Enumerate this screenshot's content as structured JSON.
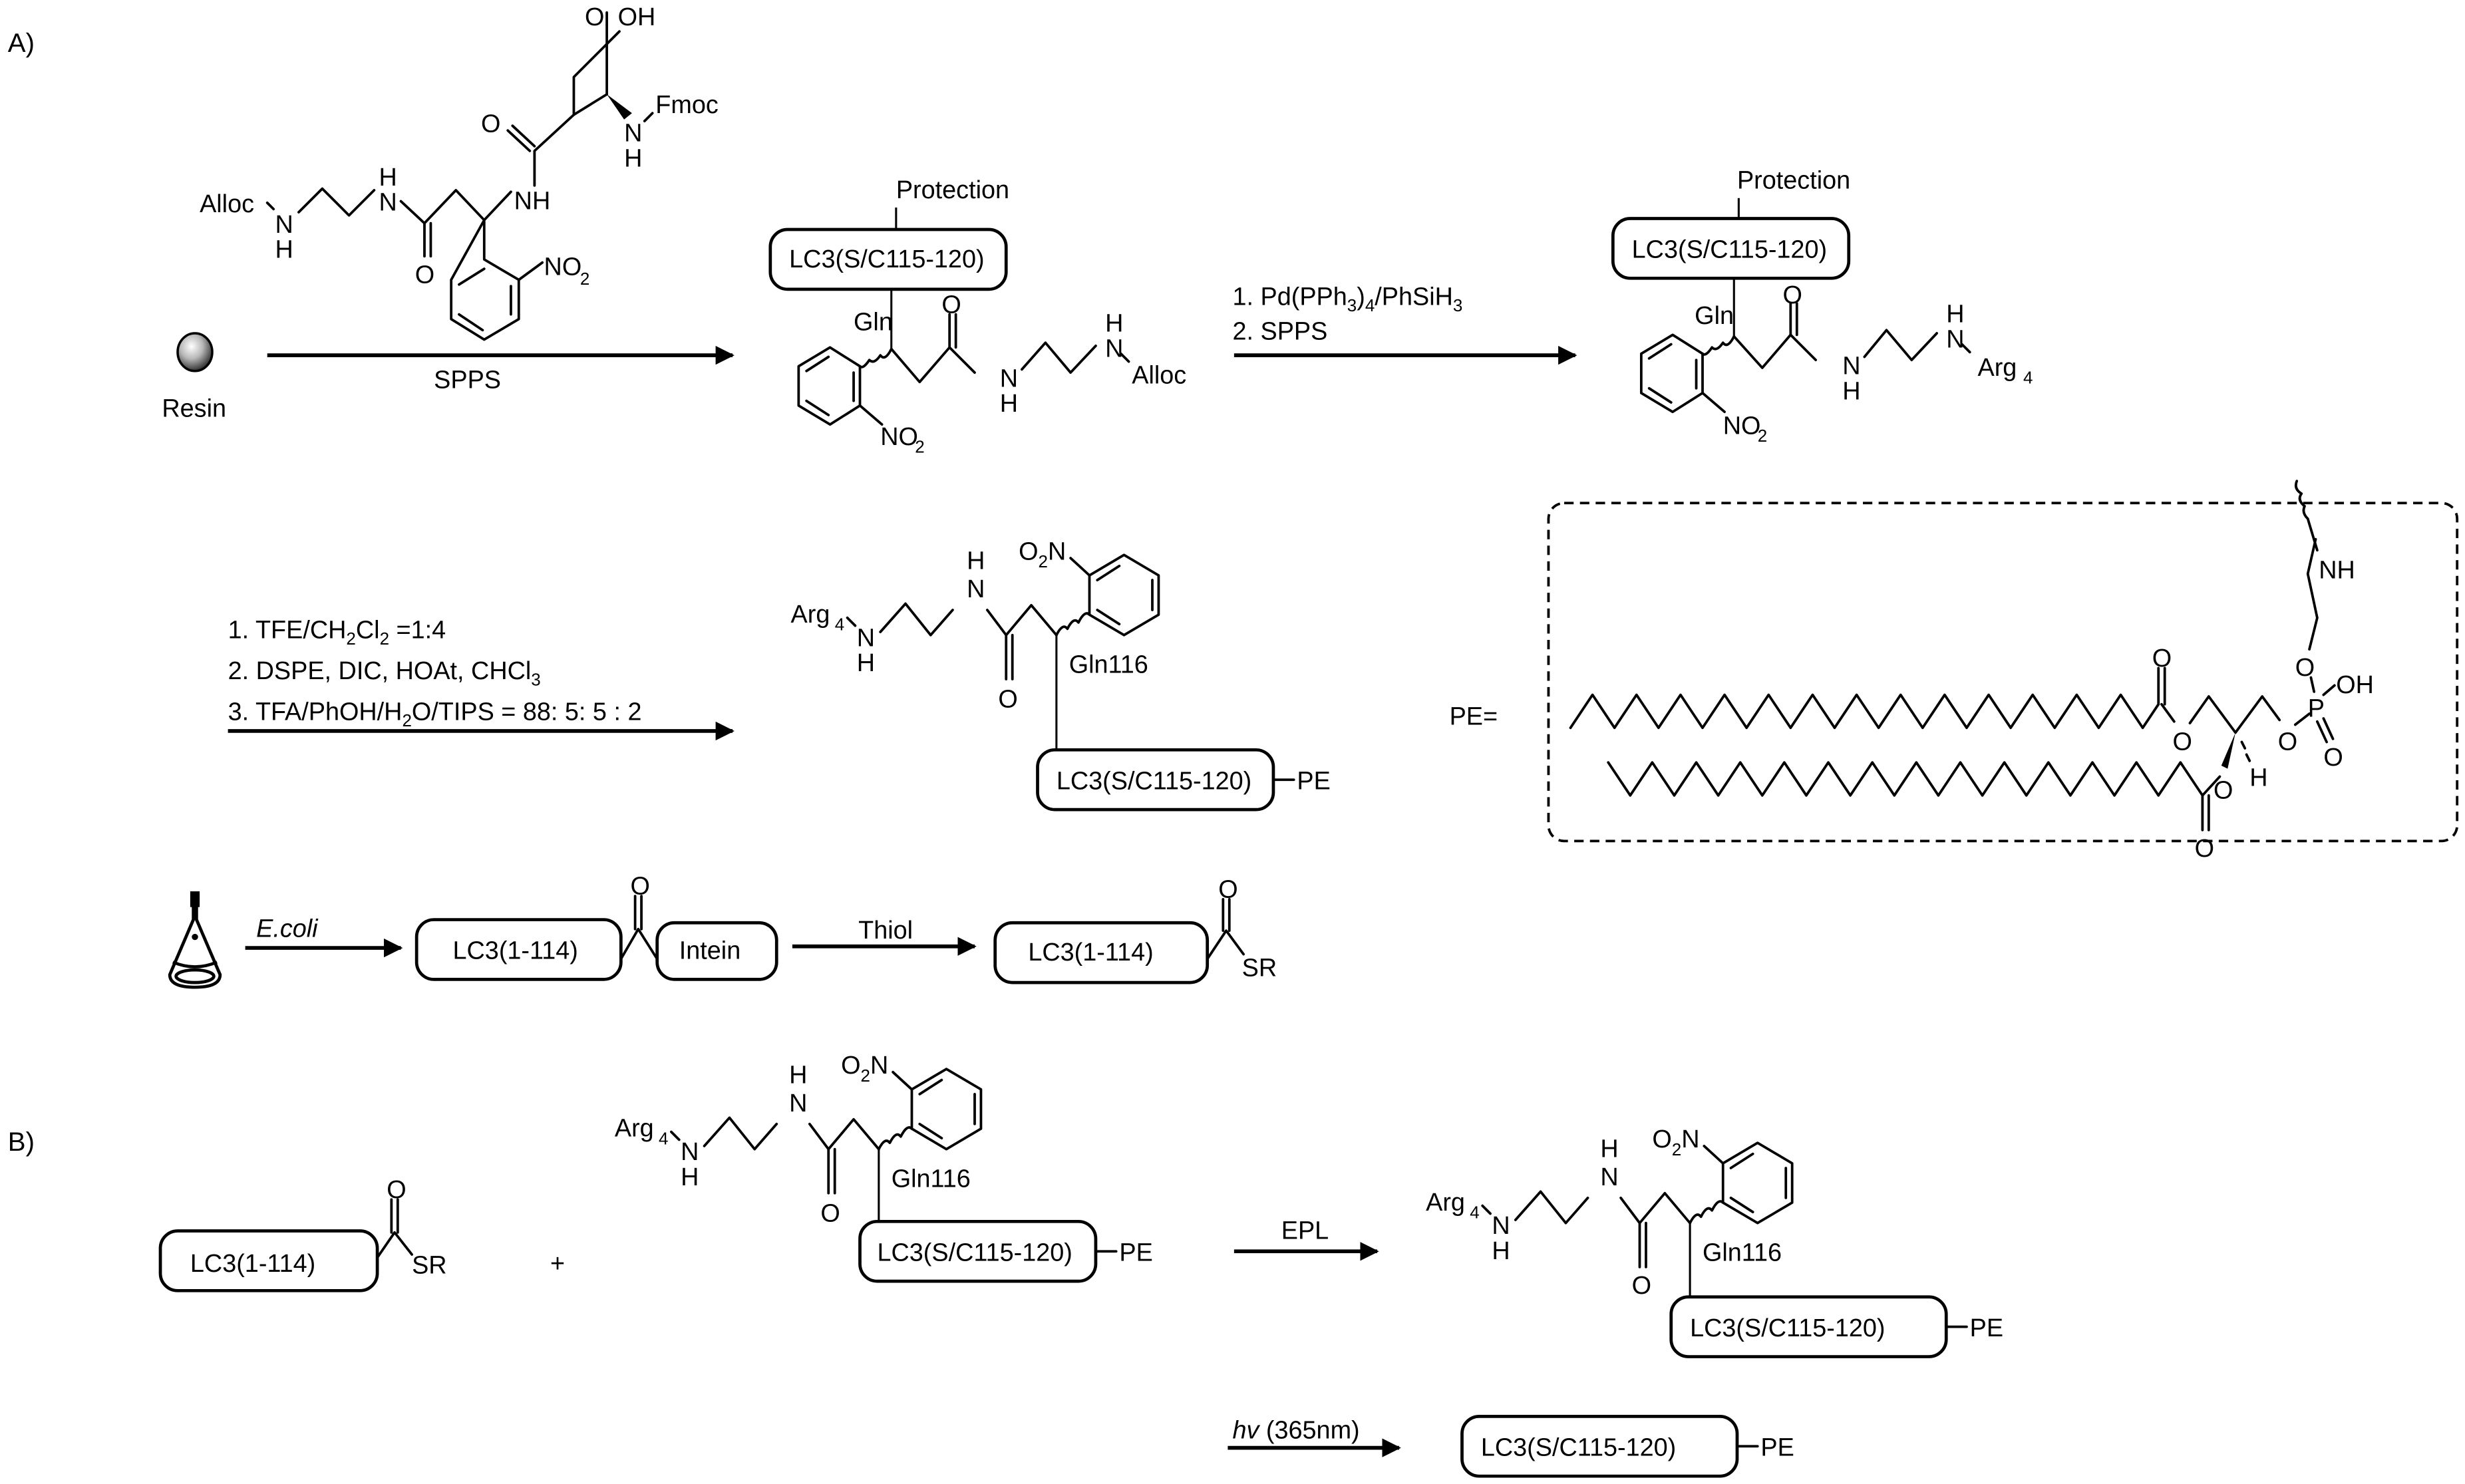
{
  "panels": {
    "a": "A)",
    "b": "B)"
  },
  "resin": {
    "label": "Resin"
  },
  "step1": {
    "arrow_label": "SPPS",
    "building_block": {
      "alloc": "Alloc",
      "fmoc": "Fmoc",
      "nh": "NH",
      "n": "N",
      "h": "H",
      "o": "O",
      "oh": "OH",
      "no2": "NO",
      "no2_sub": "2"
    }
  },
  "intermediate1": {
    "protein": "LC3(S/C115-120)",
    "protection": "Protection",
    "residue": "Gln",
    "terminal": "Alloc"
  },
  "step2": {
    "line1_pre": "1. Pd(PPh",
    "line1_sub1": "3",
    "line1_mid": ")",
    "line1_sub2": "4",
    "line1_post": "/PhSiH",
    "line1_sub3": "3",
    "line2": "2. SPPS"
  },
  "intermediate2": {
    "protein": "LC3(S/C115-120)",
    "protection": "Protection",
    "residue": "Gln",
    "terminal": "Arg",
    "terminal_sub": "4"
  },
  "step3": {
    "line1_pre": "1. TFE/CH",
    "line1_sub1": "2",
    "line1_mid": "Cl",
    "line1_sub2": "2",
    "line1_post": " =1:4",
    "line2_pre": "2. DSPE, DIC, HOAt, CHCl",
    "line2_sub": "3",
    "line3_pre": "3. TFA/PhOH/H",
    "line3_sub": "2",
    "line3_post": "O/TIPS = 88: 5: 5 : 2"
  },
  "lipidated": {
    "protein": "LC3(S/C115-120)",
    "residue": "Gln116",
    "lipid": "PE",
    "terminal": "Arg",
    "terminal_sub": "4",
    "o2n_o": "O",
    "o2n_sub": "2",
    "o2n_n": "N"
  },
  "pe_definition": {
    "label": "PE=",
    "atoms": {
      "nh": "NH",
      "o": "O",
      "oh": "OH",
      "p": "P",
      "h": "H"
    }
  },
  "expression": {
    "organism": "E.coli",
    "fusion_protein": "LC3(1-114)",
    "intein": "Intein",
    "cleavage_reagent": "Thiol",
    "thioester_protein": "LC3(1-114)",
    "thioester_group": "SR",
    "carbonyl_o": "O"
  },
  "ligation": {
    "reactant1": "LC3(1-114)",
    "reactant1_group": "SR",
    "plus": "+",
    "reactant2_protein": "LC3(S/C115-120)",
    "reactant2_residue": "Gln116",
    "reactant2_lipid": "PE",
    "method": "EPL",
    "product_protein": "LC3(S/C115-120)",
    "product_residue": "Gln116",
    "product_lipid": "PE"
  },
  "photolysis": {
    "condition_italic": "hv",
    "condition": " (365nm)",
    "product_protein": "LC3(S/C115-120)",
    "product_lipid": "PE"
  }
}
